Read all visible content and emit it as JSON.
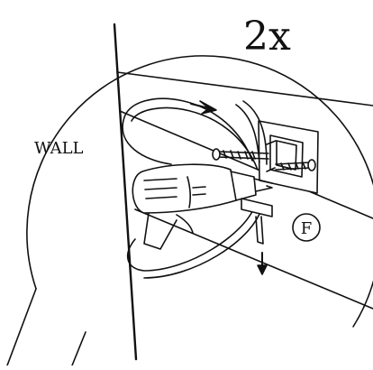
{
  "diagram": {
    "multiplier_label": "2x",
    "wall_label": "WALL",
    "part_label": "F",
    "colors": {
      "stroke": "#111111",
      "fill": "#ffffff"
    },
    "icons": [
      "drill-icon",
      "screw-icon",
      "cable-tie-icon",
      "bracket-icon",
      "arrow-right-icon",
      "arrow-down-icon"
    ]
  }
}
